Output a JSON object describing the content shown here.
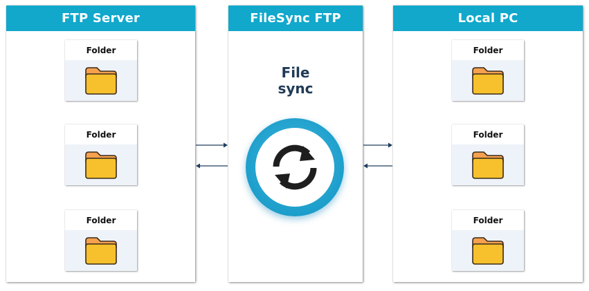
{
  "panels": {
    "ftp_server": {
      "title": "FTP Server",
      "folders": [
        "Folder",
        "Folder",
        "Folder"
      ]
    },
    "filesync": {
      "title": "FileSync FTP",
      "subtitle_line1": "File",
      "subtitle_line2": "sync",
      "icon": "sync-arrows-icon"
    },
    "local_pc": {
      "title": "Local PC",
      "folders": [
        "Folder",
        "Folder",
        "Folder"
      ]
    }
  },
  "colors": {
    "header": "#11a8cc",
    "folder_front": "#f6c12c",
    "folder_back": "#f6a14e",
    "circle": "#1d9ecb",
    "arrow": "#1f3d5c",
    "subtitle": "#203a56"
  },
  "icons": {
    "folder": "folder-icon",
    "arrow_right": "arrow-right-icon",
    "arrow_left": "arrow-left-icon"
  }
}
